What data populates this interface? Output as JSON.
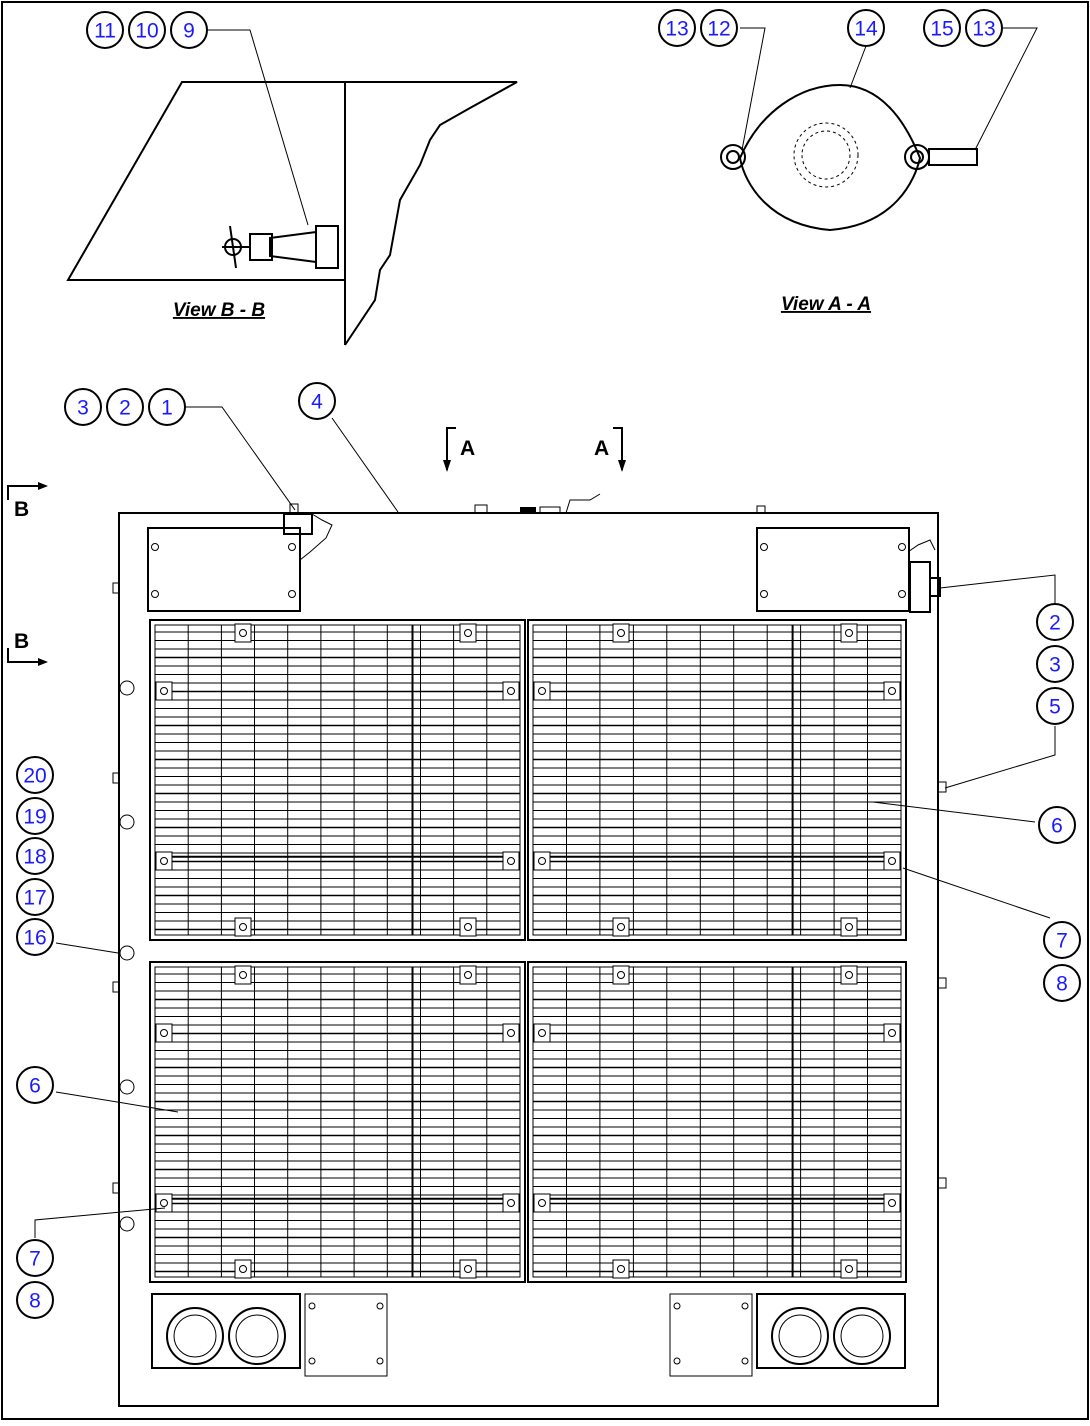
{
  "views": {
    "view_b_title": "View B - B",
    "view_a_title": "View A - A"
  },
  "section_marks": {
    "a_left": "A",
    "a_right": "A",
    "b_top": "B",
    "b_bottom": "B"
  },
  "callouts": {
    "c11_top": "11",
    "c10_top": "10",
    "c9_top": "9",
    "c13_tl": "13",
    "c12_top": "12",
    "c14_top": "14",
    "c15_top": "15",
    "c13_tr": "13",
    "c3_tl": "3",
    "c2_tl": "2",
    "c1_tl": "1",
    "c4_top": "4",
    "c2_r": "2",
    "c3_r": "3",
    "c5_r": "5",
    "c6_r": "6",
    "c7_r": "7",
    "c8_r": "8",
    "c20_l": "20",
    "c19_l": "19",
    "c18_l": "18",
    "c17_l": "17",
    "c16_l": "16",
    "c6_l": "6",
    "c7_l": "7",
    "c8_l": "8"
  }
}
